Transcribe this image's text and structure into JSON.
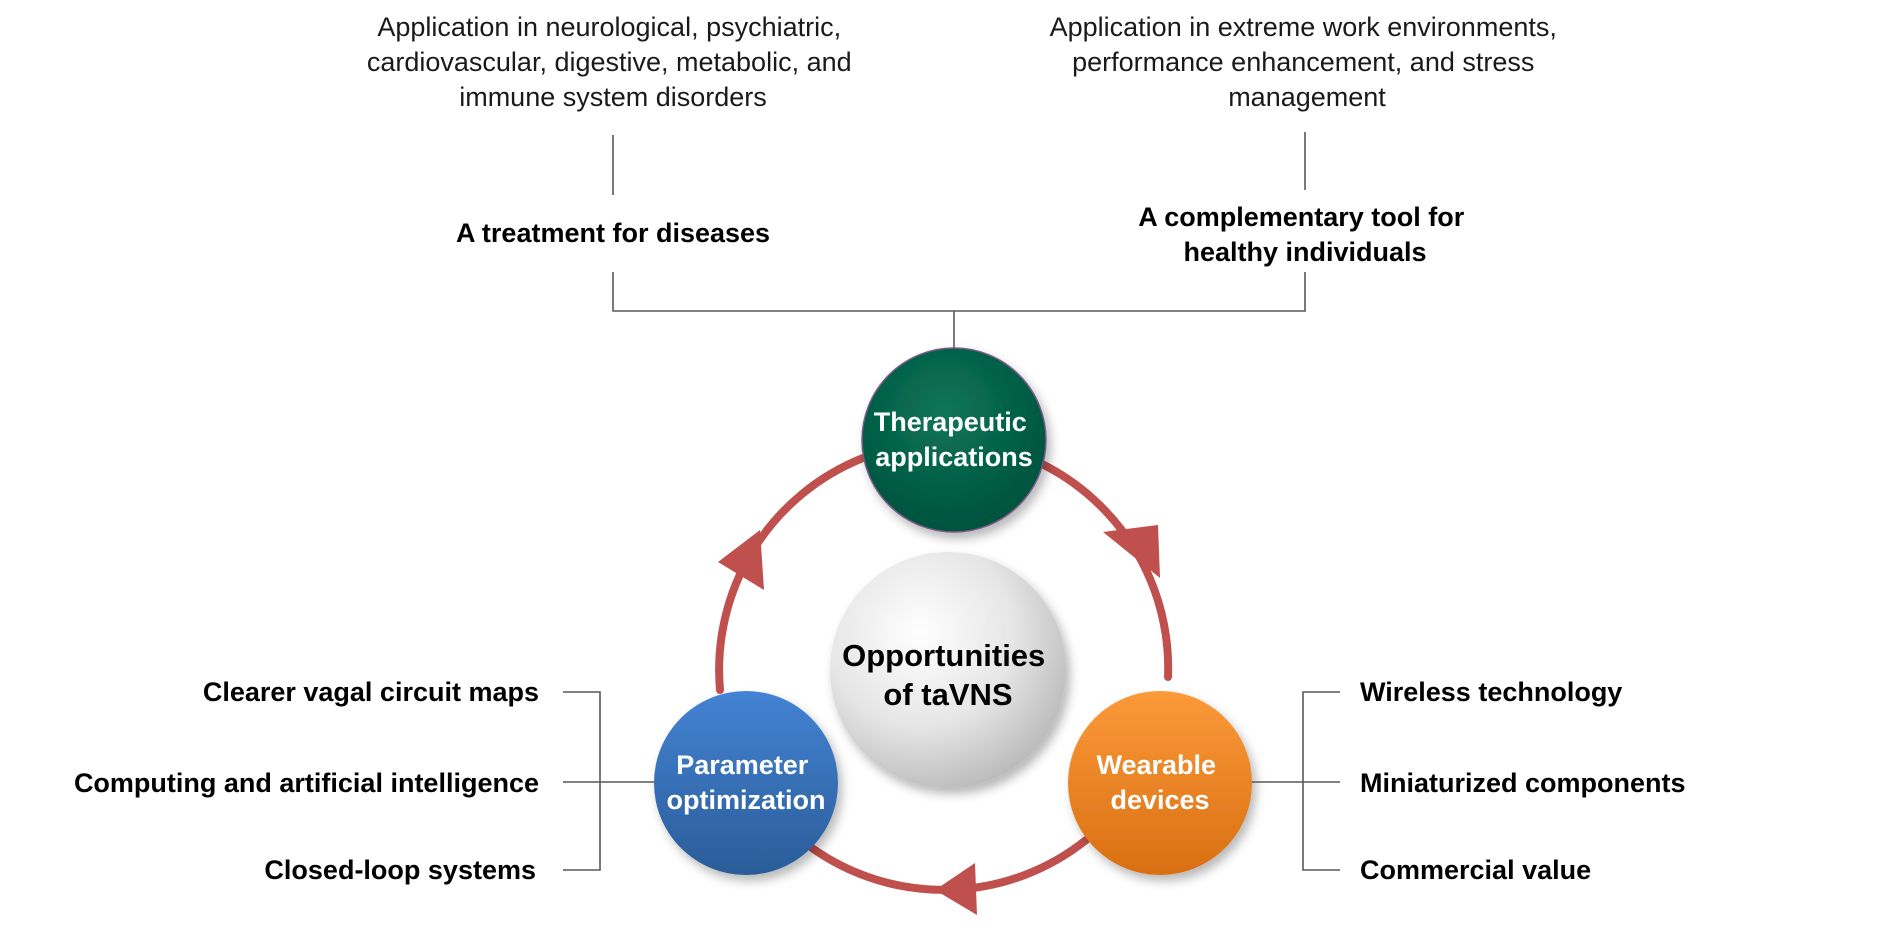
{
  "top_left": {
    "description": [
      "Application in neurological, psychiatric,",
      "cardiovascular, digestive, metabolic, and",
      "immune system disorders"
    ],
    "heading": [
      "A treatment for diseases"
    ]
  },
  "top_right": {
    "description": [
      "Application in extreme work environments,",
      "performance enhancement, and stress",
      "management"
    ],
    "heading": [
      "A complementary tool for",
      "healthy individuals"
    ]
  },
  "center": {
    "label": [
      "Opportunities",
      "of taVNS"
    ]
  },
  "nodes": {
    "therapeutic": {
      "label": [
        "Therapeutic",
        "applications"
      ],
      "color": "#006046"
    },
    "wearable": {
      "label": [
        "Wearable",
        "devices"
      ],
      "color": "#f58220"
    },
    "parameter": {
      "label": [
        "Parameter",
        "optimization"
      ],
      "color": "#2e6db4"
    }
  },
  "left_items": [
    "Clearer vagal circuit maps",
    "Computing and artificial intelligence",
    "Closed-loop systems"
  ],
  "right_items": [
    "Wireless technology",
    "Miniaturized components",
    "Commercial value"
  ],
  "colors": {
    "cycle_arrow": "#c0504d",
    "connector": "#595959"
  }
}
